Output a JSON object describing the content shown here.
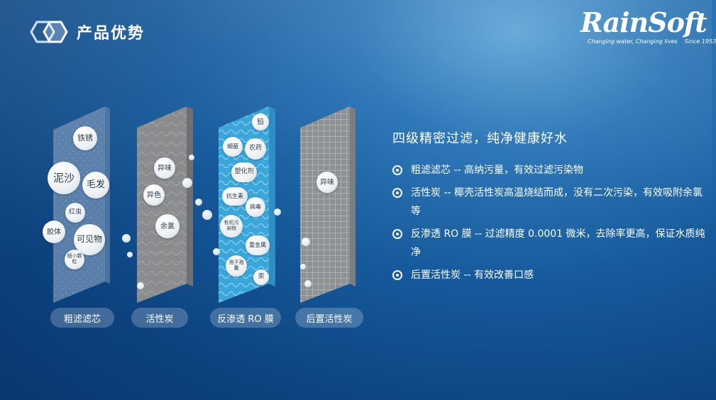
{
  "header": {
    "title": "产品优势",
    "icon": "hexagon-cube-icon"
  },
  "logo": {
    "brand": "RainSoft",
    "tagline": "Changing water, Changing lives",
    "since": "Since 1953"
  },
  "filters": [
    {
      "label": "粗滤滤芯",
      "bubbles": [
        "铁锈",
        "泥沙",
        "毛发",
        "红虫",
        "胶体",
        "可见物",
        "细小颗粒"
      ]
    },
    {
      "label": "活性炭",
      "bubbles": [
        "异味",
        "异色",
        "余氯"
      ]
    },
    {
      "label": "反渗透 RO 膜",
      "bubbles": [
        "铅",
        "细菌",
        "农药",
        "塑化剂",
        "抗生素",
        "病毒",
        "有机污染物",
        "重金属",
        "孢子孢囊",
        "汞"
      ]
    },
    {
      "label": "后置活性炭",
      "bubbles": [
        "异味"
      ]
    }
  ],
  "right": {
    "subtitle": "四级精密过滤，纯净健康好水",
    "items": [
      "粗滤滤芯 -- 高纳污量，有效过滤污染物",
      "活性炭 -- 椰壳活性炭高温烧结而成，没有二次污染，有效吸附余氯等",
      "反渗透 RO 膜 -- 过滤精度 0.0001 微米，去除率更高，保证水质纯净",
      "后置活性炭 -- 有效改善口感"
    ]
  },
  "colors": {
    "accent": "#ffffff",
    "panel_blue": "#3fa9dc",
    "panel_gray": "#8d8f92"
  }
}
